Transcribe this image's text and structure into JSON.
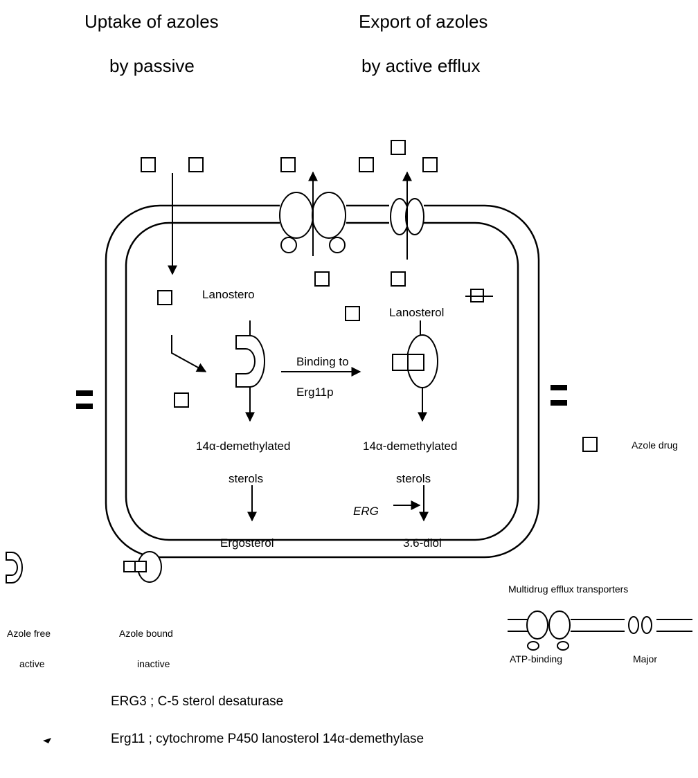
{
  "titles": {
    "uptake_line1": "Uptake of azoles",
    "uptake_line2": "by passive",
    "export_line1": "Export of azoles",
    "export_line2": "by active efflux"
  },
  "pathway_left": {
    "substrate": "Lanostero",
    "product_line1": "14α-demethylated",
    "product_line2": "sterols",
    "final": "Ergosterol"
  },
  "pathway_right": {
    "substrate": "Lanosterol",
    "product_line1": "14α-demethylated",
    "product_line2": "sterols",
    "enzyme": "ERG",
    "final": "3.6-diol"
  },
  "binding": {
    "line1": "Binding to",
    "line2": "Erg11p"
  },
  "key": {
    "azole_drug": "Azole drug",
    "free_line1": "Azole free",
    "free_line2": "active",
    "bound_line1": "Azole bound",
    "bound_line2": "inactive",
    "transporters_title": "Multidrug efflux transporters",
    "atp_binding": "ATP-binding",
    "major": "Major"
  },
  "footnotes": {
    "erg3": "ERG3 ; C-5 sterol desaturase",
    "erg11": "Erg11 ; cytochrome P450 lanosterol 14α-demethylase"
  }
}
